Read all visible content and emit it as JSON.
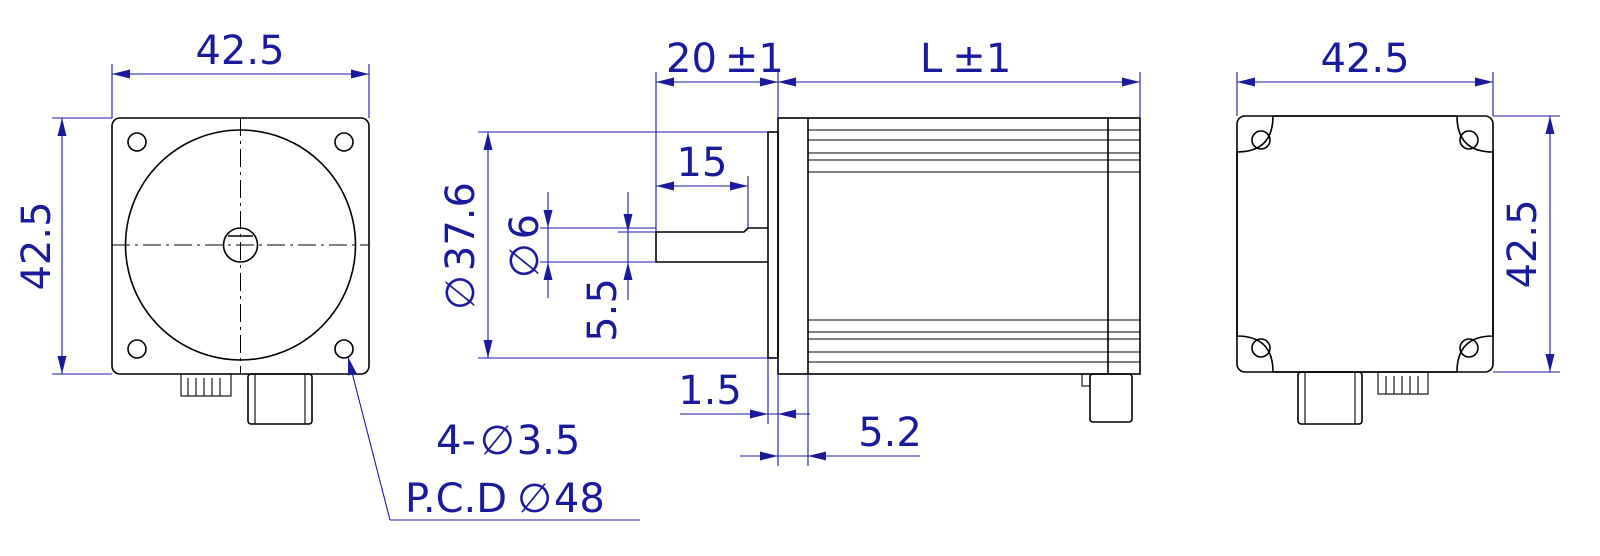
{
  "colors": {
    "outline": "#000000",
    "dimension": "#1a1a9c",
    "background": "#ffffff"
  },
  "dimensions": {
    "front_width": "42.5",
    "front_height": "42.5",
    "shaft_length": "20",
    "shaft_length_tol": "±1",
    "body_length": "L",
    "body_length_tol": "±1",
    "key_length": "15",
    "pilot_diameter": "37.6",
    "shaft_diameter": "6",
    "flat_depth": "5.5",
    "pilot_height": "1.5",
    "flange_thickness": "5.2",
    "hole_count": "4-",
    "hole_diameter": "3.5",
    "pcd_label": "P.C.D",
    "pcd_value": "48",
    "rear_width": "42.5",
    "rear_height": "42.5"
  },
  "symbols": {
    "diameter": "∅"
  }
}
